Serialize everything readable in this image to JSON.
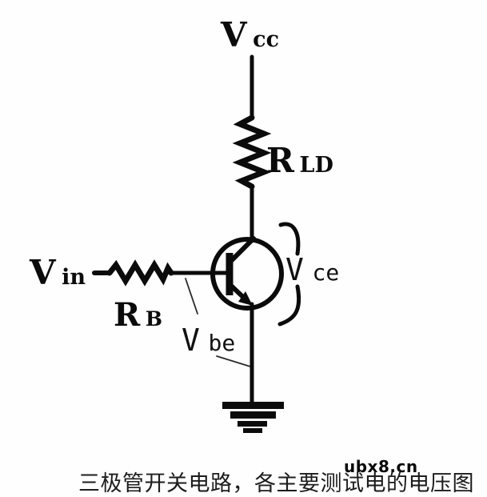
{
  "diagram": {
    "labels": {
      "vcc": {
        "main": "V",
        "sub": "cc"
      },
      "rld": {
        "main": "R",
        "sub": "LD"
      },
      "vin": {
        "main": "V",
        "sub": "in"
      },
      "rb": {
        "main": "R",
        "sub": "B"
      },
      "vce": {
        "main": "V",
        "sub": "ce"
      },
      "vbe": {
        "main": "V",
        "sub": "be"
      }
    },
    "colors": {
      "ink": "#0b0b0b",
      "background": "#fefefe"
    }
  },
  "caption": {
    "text": "三极管开关电路，各主要测试电的电压图"
  },
  "watermark": {
    "text": "ubx8.cn"
  }
}
